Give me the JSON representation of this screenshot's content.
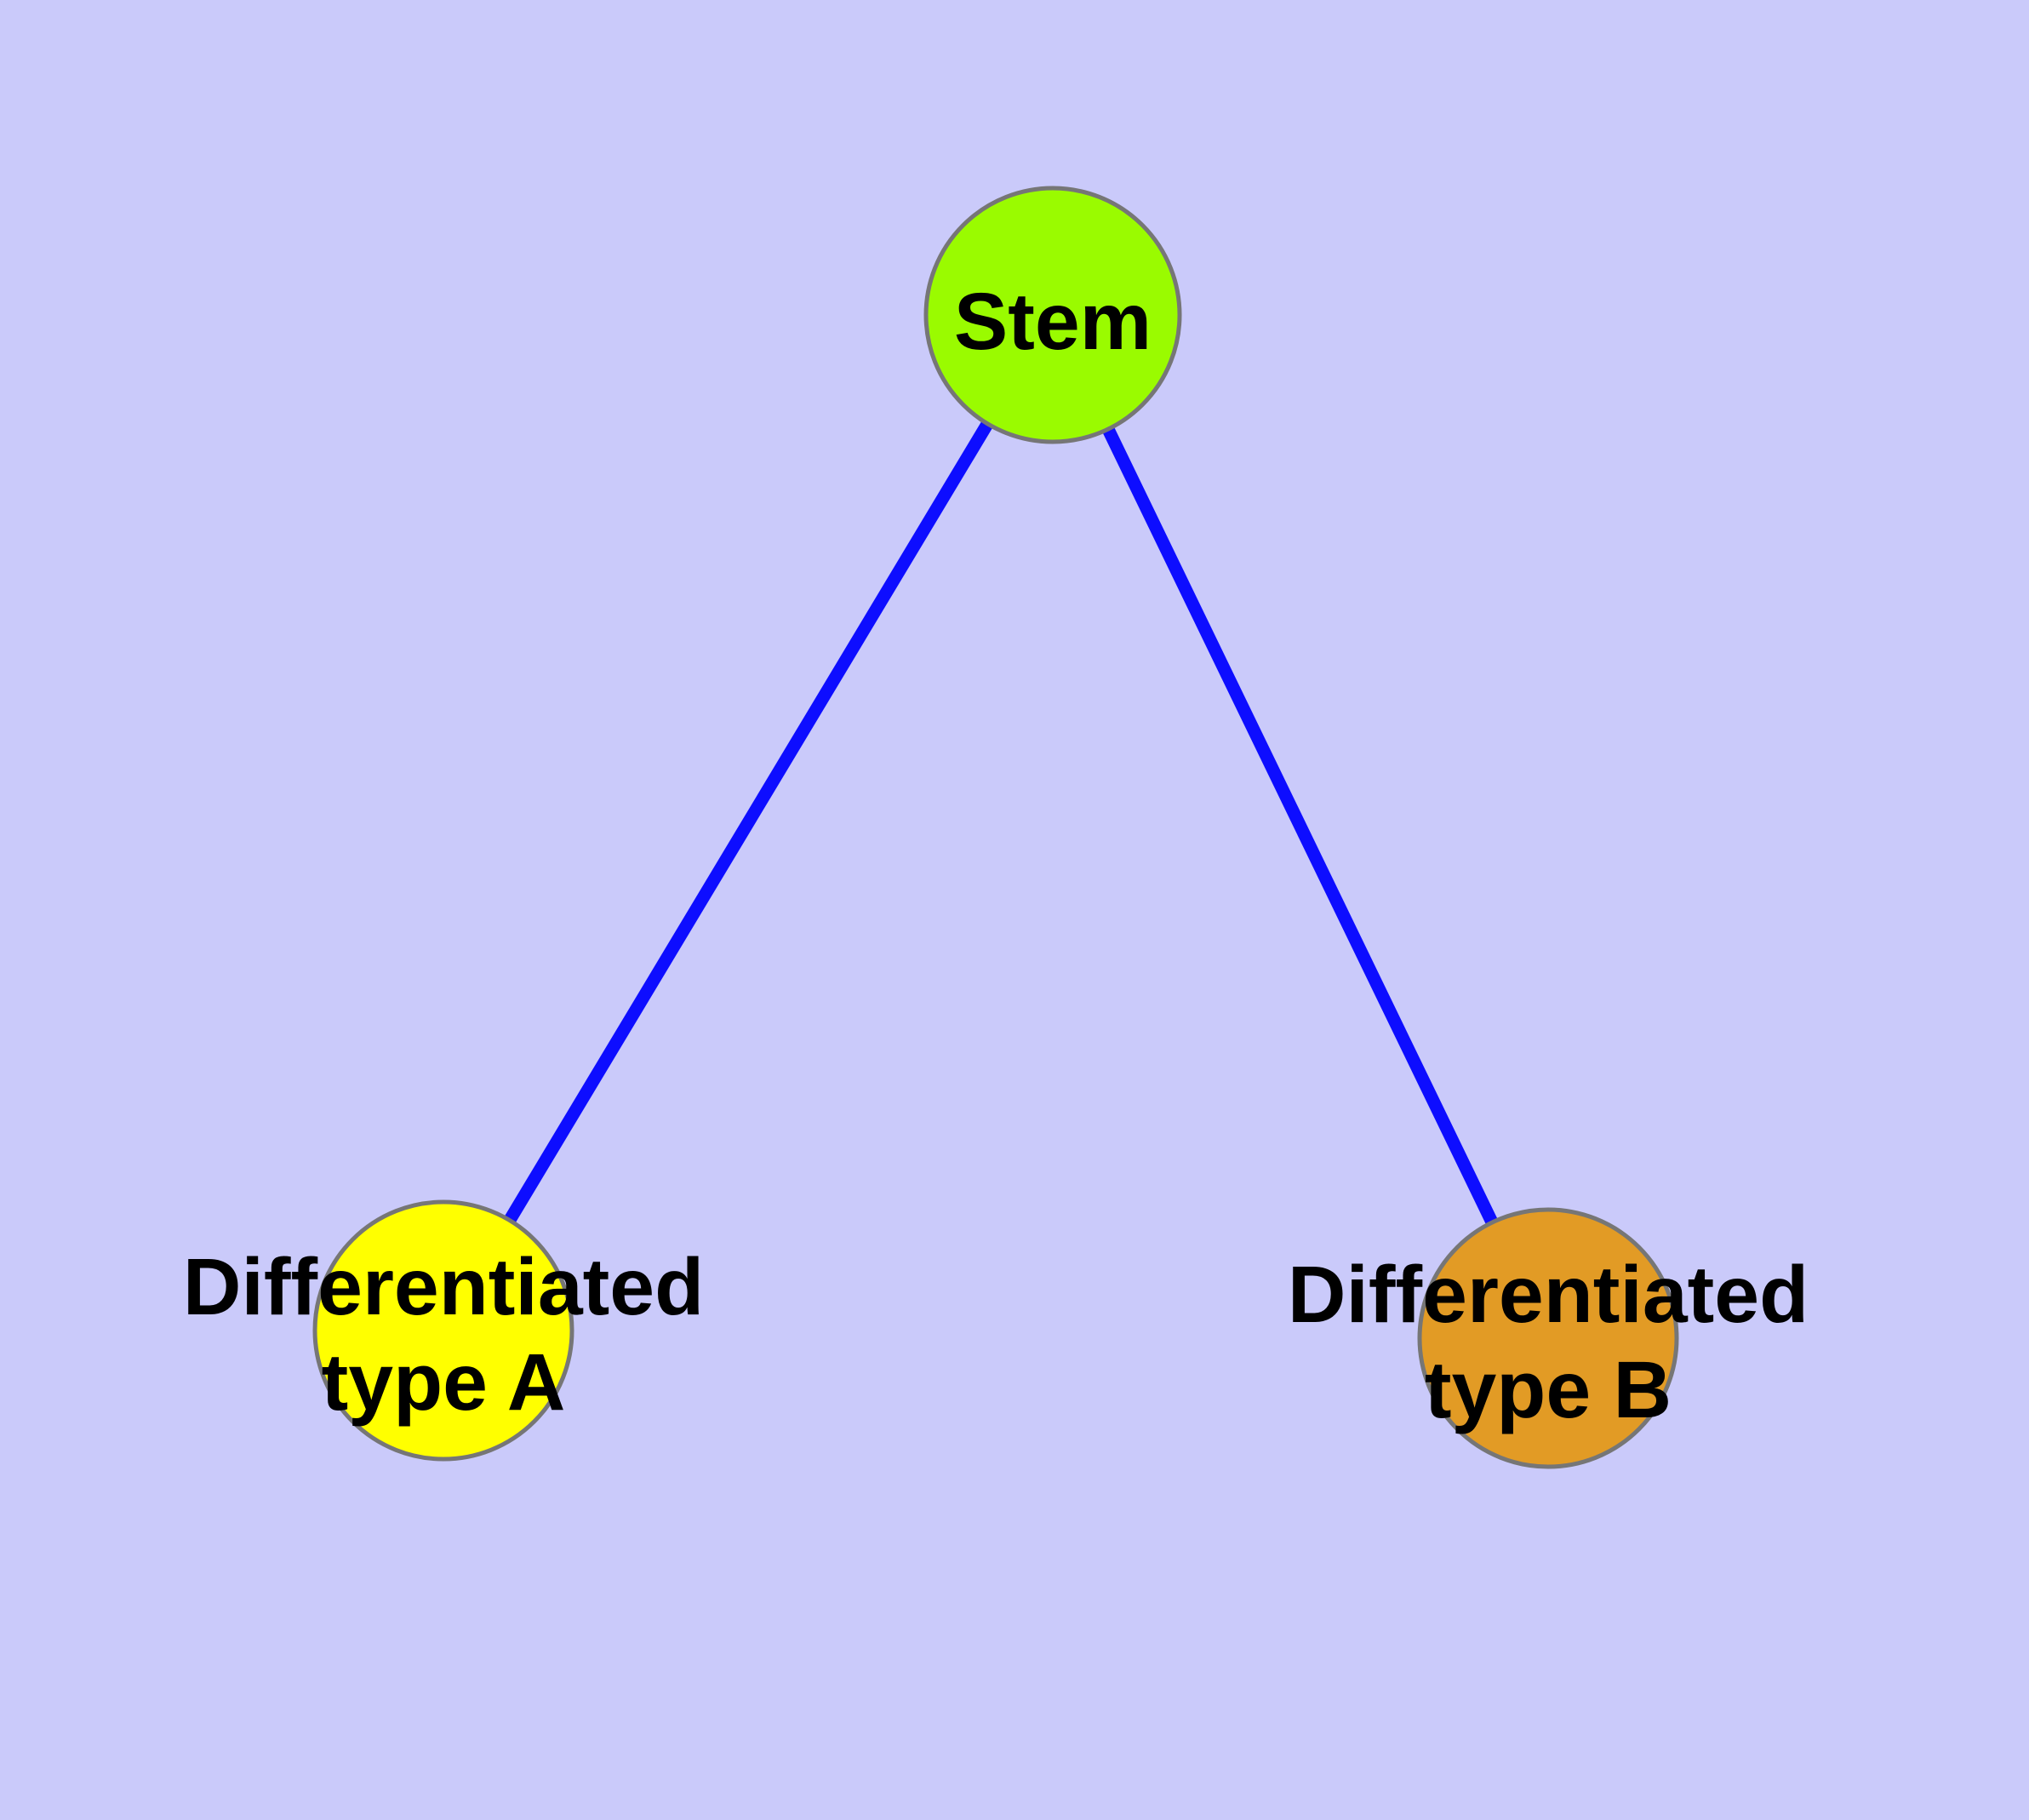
{
  "diagram": {
    "type": "graph",
    "nodes": [
      {
        "id": "stem",
        "label": "Stem",
        "fill": "#9AFB00"
      },
      {
        "id": "type-a",
        "label_line1": "Differentiated",
        "label_line2": "type A",
        "fill": "#FFFF00"
      },
      {
        "id": "type-b",
        "label_line1": "Differentiated",
        "label_line2": "type B",
        "fill": "#E29B25"
      }
    ],
    "edges": [
      {
        "from": "Stem",
        "to": "Differentiated type A"
      },
      {
        "from": "Stem",
        "to": "Differentiated type B"
      }
    ]
  },
  "colors": {
    "background": "#CACAFA",
    "edge": "#0D0DFF",
    "node_border": "#767676",
    "label_text": "#000000"
  }
}
